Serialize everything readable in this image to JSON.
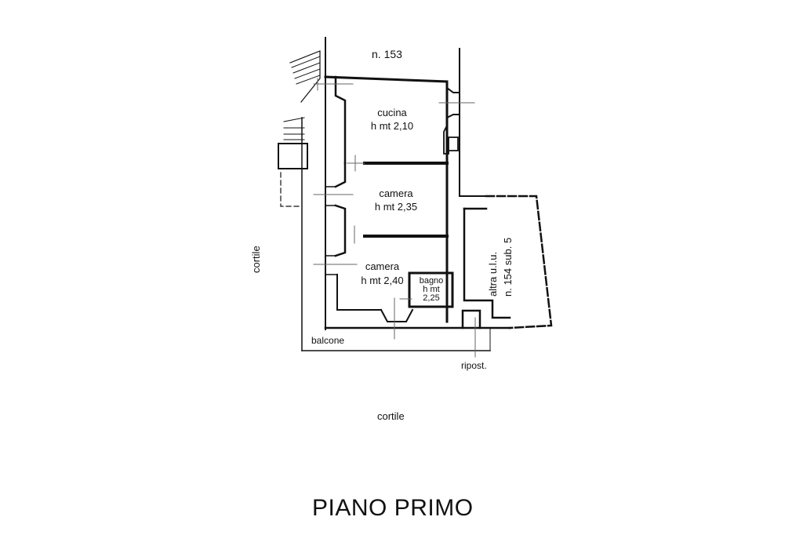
{
  "plan": {
    "title": "PIANO PRIMO",
    "neighbors": {
      "top": "n. 153",
      "right_line1": "altra u.l.u.",
      "right_line2": "n. 154 sub. 5"
    },
    "outside": {
      "left": "cortile",
      "bottom": "cortile",
      "balcony": "balcone",
      "storage": "ripost."
    },
    "rooms": [
      {
        "name": "cucina",
        "height": "h mt 2,10"
      },
      {
        "name": "camera",
        "height": "h mt 2,35"
      },
      {
        "name": "camera",
        "height": "h mt 2,40"
      },
      {
        "name": "bagno",
        "height_line1": "h mt",
        "height_line2": "2,25"
      }
    ]
  }
}
